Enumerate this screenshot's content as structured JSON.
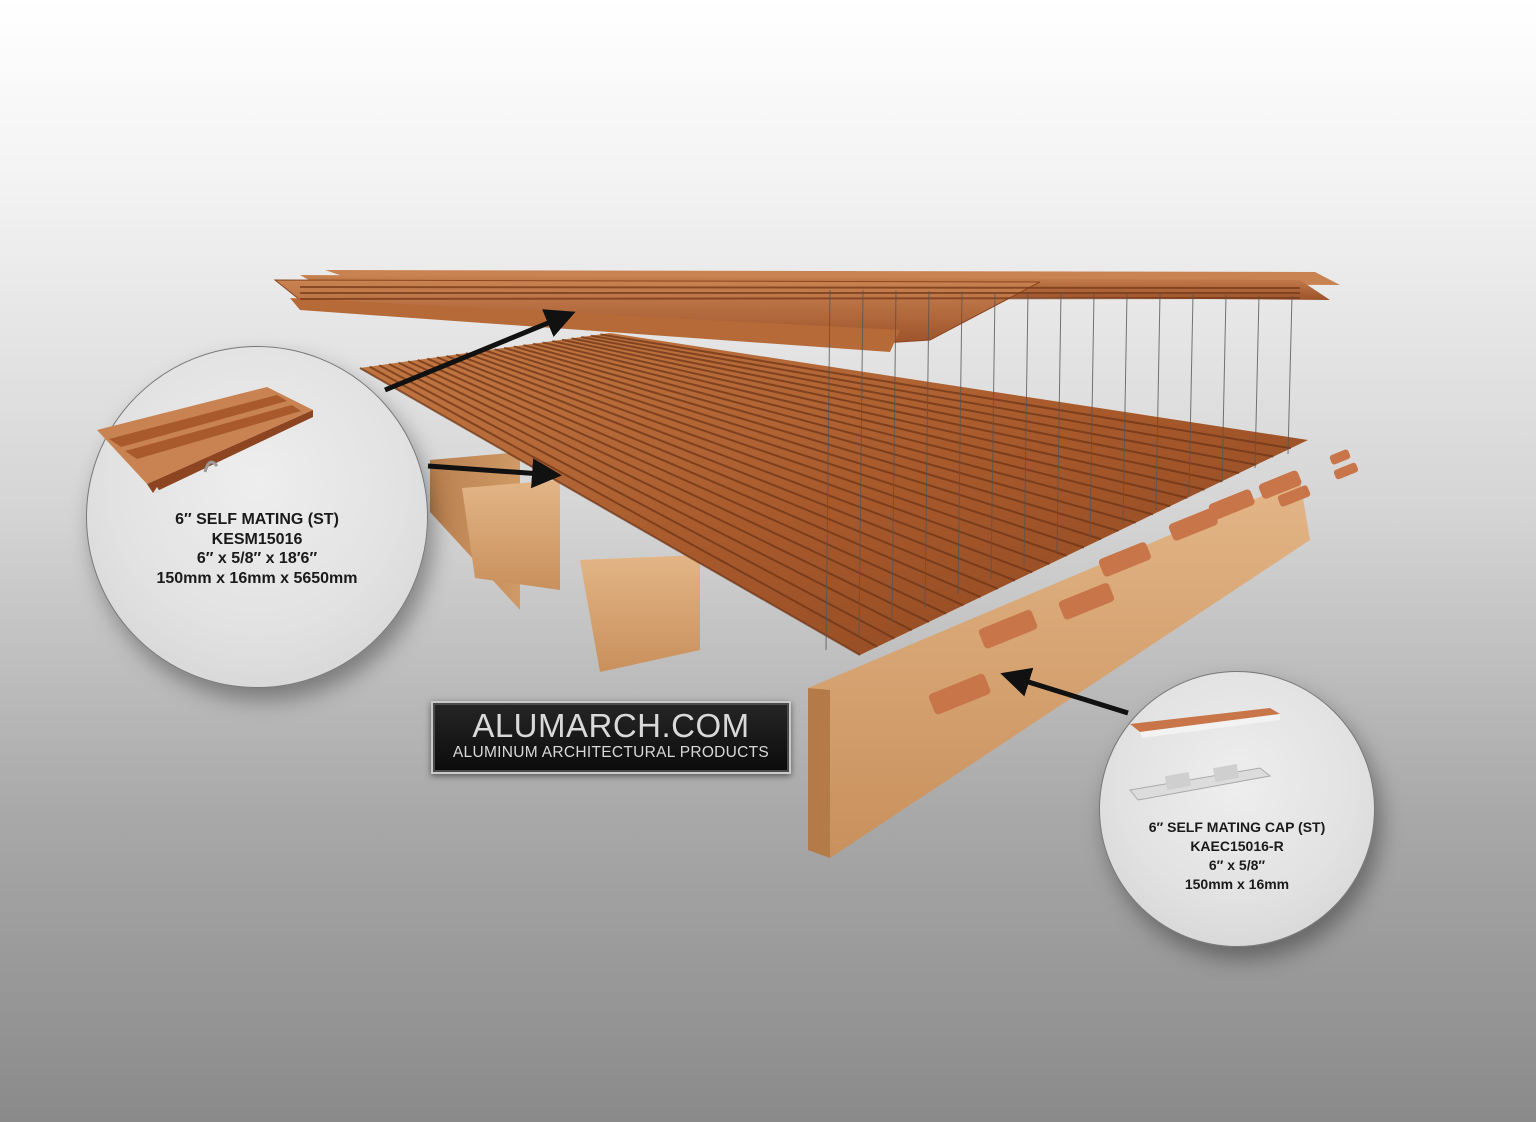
{
  "callouts": {
    "panel": {
      "title": "6″ SELF MATING (ST)",
      "part_number": "KESM15016",
      "imperial_size": "6″ x 5/8″ x 18′6″",
      "metric_size": "150mm x 16mm x 5650mm"
    },
    "cap": {
      "title": "6″ SELF MATING CAP (ST)",
      "part_number": "KAEC15016-R",
      "imperial_size": "6″ x 5/8″",
      "metric_size": "150mm x 16mm"
    }
  },
  "logo": {
    "site": "ALUMARCH.COM",
    "tagline": "ALUMINUM ARCHITECTURAL PRODUCTS"
  },
  "colors": {
    "wood_grain": "#b86a35",
    "wood_dark": "#6e3517",
    "beam": "#d9a877",
    "beam_dark": "#b07a4a",
    "cap_end": "#c9754a",
    "arrow": "#111111"
  }
}
